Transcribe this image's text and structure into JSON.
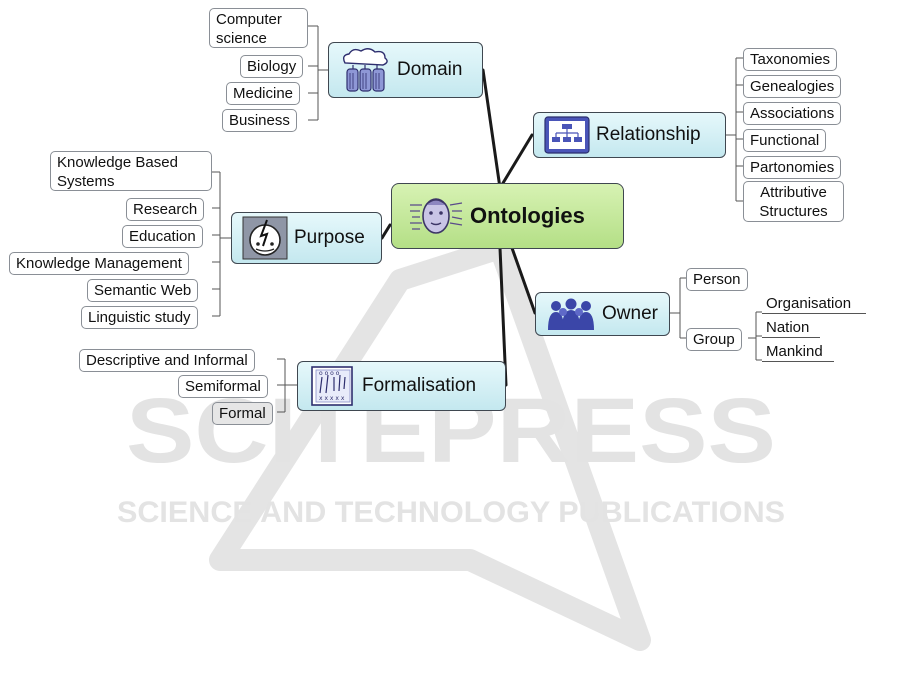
{
  "mindmap": {
    "center": {
      "label": "Ontologies",
      "icon": "head-network-icon"
    },
    "branches": {
      "domain": {
        "label": "Domain",
        "icon": "cloud-database-icon",
        "children": [
          "Computer science",
          "Biology",
          "Medicine",
          "Business"
        ]
      },
      "purpose": {
        "label": "Purpose",
        "icon": "face-lightning-icon",
        "children": [
          "Knowledge Based Systems",
          "Research",
          "Education",
          "Knowledge Management",
          "Semantic Web",
          "Linguistic study"
        ]
      },
      "formalisation": {
        "label": "Formalisation",
        "icon": "formula-sheet-icon",
        "children": [
          "Descriptive and Informal",
          "Semiformal",
          "Formal"
        ]
      },
      "relationship": {
        "label": "Relationship",
        "icon": "hierarchy-chart-icon",
        "children": [
          "Taxonomies",
          "Genealogies",
          "Associations",
          "Functional",
          "Partonomies",
          "Attributive Structures"
        ]
      },
      "owner": {
        "label": "Owner",
        "icon": "people-group-icon",
        "children": [
          "Person",
          "Group"
        ],
        "group_children": [
          "Organisation",
          "Nation",
          "Mankind"
        ]
      }
    }
  },
  "watermark": {
    "title": "SCITEPRESS",
    "subtitle": "SCIENCE AND TECHNOLOGY PUBLICATIONS"
  },
  "colors": {
    "branch_fill": "#cdeef4",
    "center_fill": "#c3e79b",
    "line": "#1a1a1a",
    "watermark": "#e3e3e3"
  }
}
